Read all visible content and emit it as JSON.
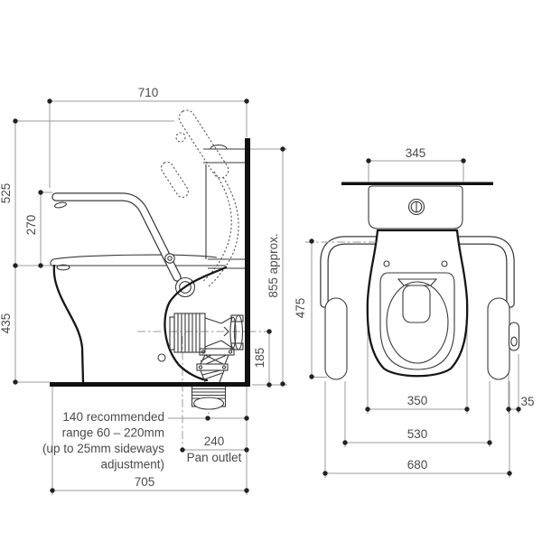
{
  "drawing": {
    "kind": "toilet-suite-dimension-diagram",
    "colors": {
      "line_black": "#161616",
      "line_gray": "#9b9b9b",
      "text_gray": "#4a4a4a",
      "background": "#ffffff"
    },
    "side": {
      "dim_width_top": "710",
      "dim_seat_to_top": "525",
      "dim_armrest_above_seat": "270",
      "dim_pan_height": "435",
      "dim_outlet_height": "185",
      "dim_overall_height": "855 approx.",
      "dim_outlet_setout": "240",
      "label_pan_outlet": "Pan outlet",
      "dim_depth": "705",
      "note": [
        "140 recommended",
        "range 60 – 220mm",
        "(up to 25mm sideways",
        "adjustment)"
      ]
    },
    "front": {
      "dim_cistern_width": "345",
      "dim_seat_height": "475",
      "dim_pan_width": "350",
      "dim_rail_inner": "530",
      "dim_rail_outer": "680",
      "dim_side_fitting": "35"
    }
  }
}
